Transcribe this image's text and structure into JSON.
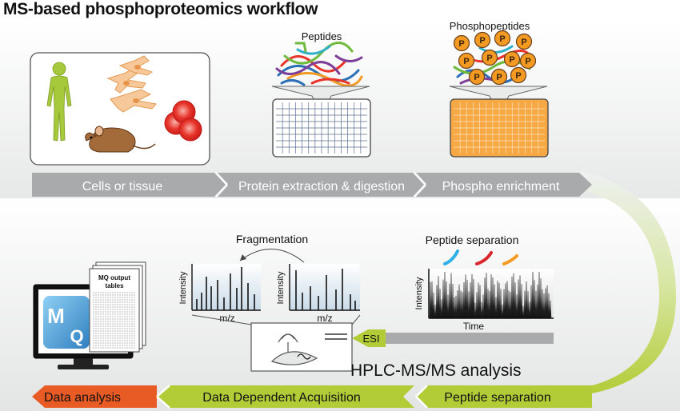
{
  "title": "MS-based phosphoproteomics workflow",
  "labels": {
    "peptides": "Peptides",
    "phosphopeptides": "Phosphopeptides",
    "phospho_mark": "P",
    "fragmentation": "Fragmentation",
    "peptide_separation_top": "Peptide separation",
    "intensity": "Intensity",
    "mz": "m/z",
    "time": "Time",
    "esi": "ESI",
    "hplc": "HPLC-MS/MS analysis",
    "mq_output": "MQ output",
    "tables": "tables",
    "mq_logo_m": "M",
    "mq_logo_q": "Q"
  },
  "steps_top": [
    "Cells or tissue",
    "Protein extraction & digestion",
    "Phospho enrichment"
  ],
  "steps_bottom": [
    "Data analysis",
    "Data Dependent Acquisition",
    "Peptide separation"
  ],
  "colors": {
    "grey_step": "#a8aaac",
    "data_analysis": "#e95b24",
    "green_step": "#b2cc38",
    "human": "#a6c93c",
    "phospho_ball": "#f39a22",
    "plate_orange": "#f6a844",
    "plate_blue_line": "#5b6e93",
    "mq_blue": "#4aa3d9"
  },
  "icons": [
    "human-figure-icon",
    "fibroblast-cells-icon",
    "red-blood-cells-icon",
    "mouse-icon",
    "computer-monitor-icon",
    "mass-spectrometer-icon"
  ]
}
